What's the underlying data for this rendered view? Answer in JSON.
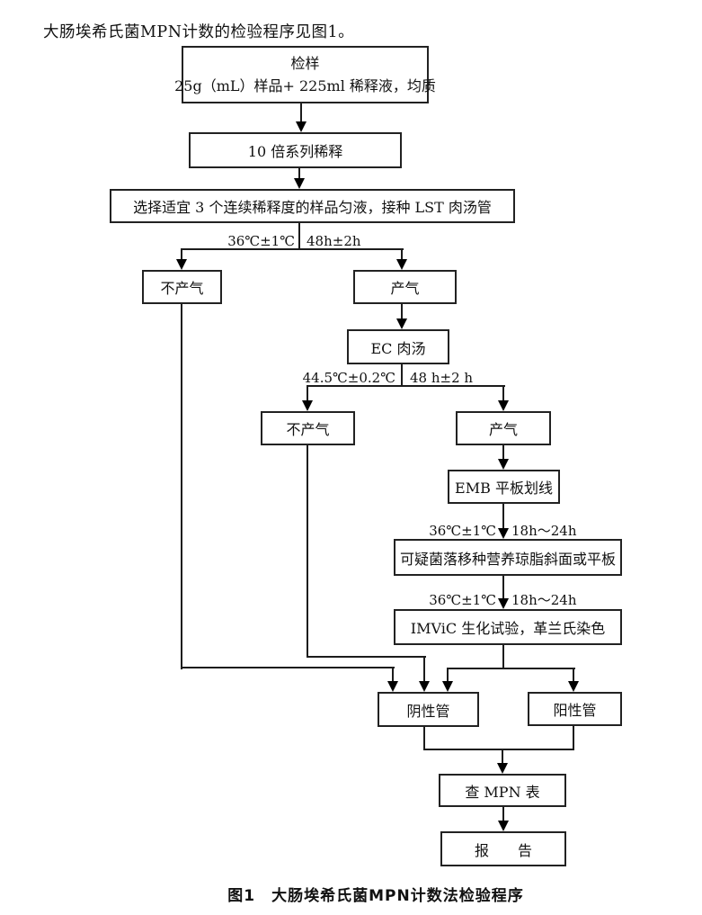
{
  "page": {
    "intro": "大肠埃希氏菌MPN计数的检验程序见图1。",
    "caption": "图1　大肠埃希氏菌MPN计数法检验程序"
  },
  "flow": {
    "sample": {
      "title": "检样",
      "detail": "25g（mL）样品+ 225ml 稀释液，均质"
    },
    "serial_dilution": "10 倍系列稀释",
    "select_dilutions": "选择适宜 3 个连续稀释度的样品匀液，接种 LST 肉汤管",
    "no_gas_1": "不产气",
    "gas_1": "产气",
    "ec_broth": "EC 肉汤",
    "no_gas_2": "不产气",
    "gas_2": "产气",
    "emb_plate": "EMB 平板划线",
    "suspect_colony": "可疑菌落移种营养琼脂斜面或平板",
    "imvic": "IMViC 生化试验，革兰氏染色",
    "negative_tubes": "阴性管",
    "positive_tubes": "阳性管",
    "mpn_table": "查 MPN 表",
    "report": "报　　告",
    "cond": {
      "temp1": "36℃±1℃",
      "time1": "48h±2h",
      "temp2": "44.5℃±0.2℃",
      "time2": "48 h±2 h",
      "temp3": "36℃±1℃",
      "time3": "18h～24h",
      "temp4": "36℃±1℃",
      "time4": "18h～24h"
    }
  },
  "colors": {
    "line": "#000000",
    "background": "#ffffff",
    "text": "#111111"
  }
}
